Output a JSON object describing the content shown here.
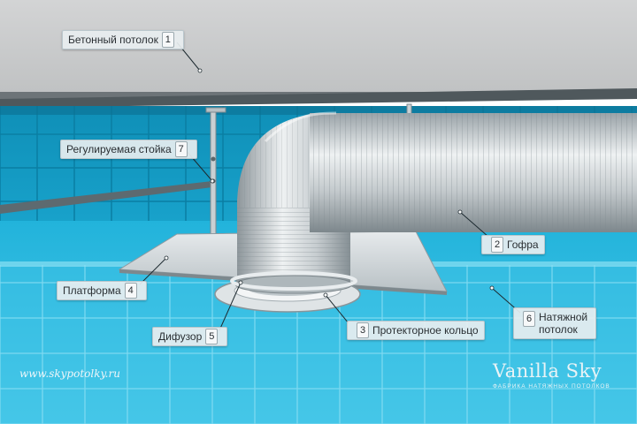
{
  "labels": [
    {
      "id": "concrete",
      "text": "Бетонный потолок",
      "num": "1"
    },
    {
      "id": "corrugation",
      "text": "Гофра",
      "num": "2"
    },
    {
      "id": "protector",
      "text": "Протекторное кольцо",
      "num": "3"
    },
    {
      "id": "platform",
      "text": "Платформа",
      "num": "4"
    },
    {
      "id": "diffuser",
      "text": "Дифузор",
      "num": "5"
    },
    {
      "id": "stretch",
      "text": "Натяжной\nпотолок",
      "num": "6"
    },
    {
      "id": "stand",
      "text": "Регулируемая стойка",
      "num": "7"
    }
  ],
  "watermark": {
    "site": "www.skypotolky.ru",
    "brand": "Vanilla Sky",
    "brand_sub": "ФАБРИКА НАТЯЖНЫХ ПОТОЛКОВ"
  },
  "colors": {
    "concrete": "#c9cacb",
    "tile_blue": "#19a9d3",
    "tile_light": "#3cc3e6",
    "metal": "#d4d9dc"
  }
}
